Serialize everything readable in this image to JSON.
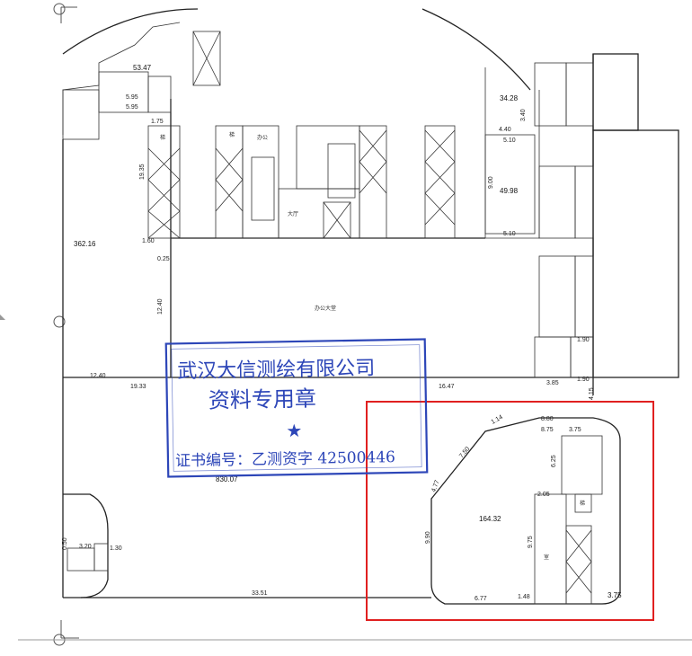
{
  "labels": {
    "area_362": "362.16",
    "area_53": "53.47",
    "area_34": "34.28",
    "area_49": "49.98",
    "area_830": "830.07",
    "area_164": "164.32",
    "area_375": "3.75",
    "stair": "梯",
    "office": "办公",
    "office2": "室",
    "hall": "大厅",
    "lobby": "办公大堂"
  },
  "dimensions": {
    "d1240a": "12.40",
    "d1933": "19.33",
    "d1647": "16.47",
    "d1240b": "12.40",
    "d3351": "33.51",
    "d1935": "19.35",
    "d595a": "5.95",
    "d595b": "5.95",
    "d880": "8.80",
    "d875": "8.75",
    "d375": "3.75",
    "d625": "6.25",
    "d205": "2.05",
    "d975": "9.75",
    "d990": "9.90",
    "d677": "6.77",
    "d148": "1.48",
    "d340": "3.40",
    "d510a": "5.10",
    "d510b": "5.10",
    "d440": "4.40",
    "d900": "9.00",
    "d190a": "1.90",
    "d190b": "1.90",
    "d385": "3.85",
    "d415": "4.15",
    "d114": "1.14",
    "d750": "7.50",
    "d477": "4.77",
    "d320": "3.20",
    "d050": "0.50",
    "d130": "1.30",
    "d160": "1.60",
    "d025": "0.25",
    "d175": "1.75"
  },
  "stamp": {
    "line1": "武汉大信测绘有限公司",
    "line2": "资料专用章",
    "star": "★",
    "line3": "证书编号：乙测资字 42500446"
  },
  "colors": {
    "stamp": "#2d46b8",
    "highlight": "#e02020",
    "line": "#222222"
  }
}
